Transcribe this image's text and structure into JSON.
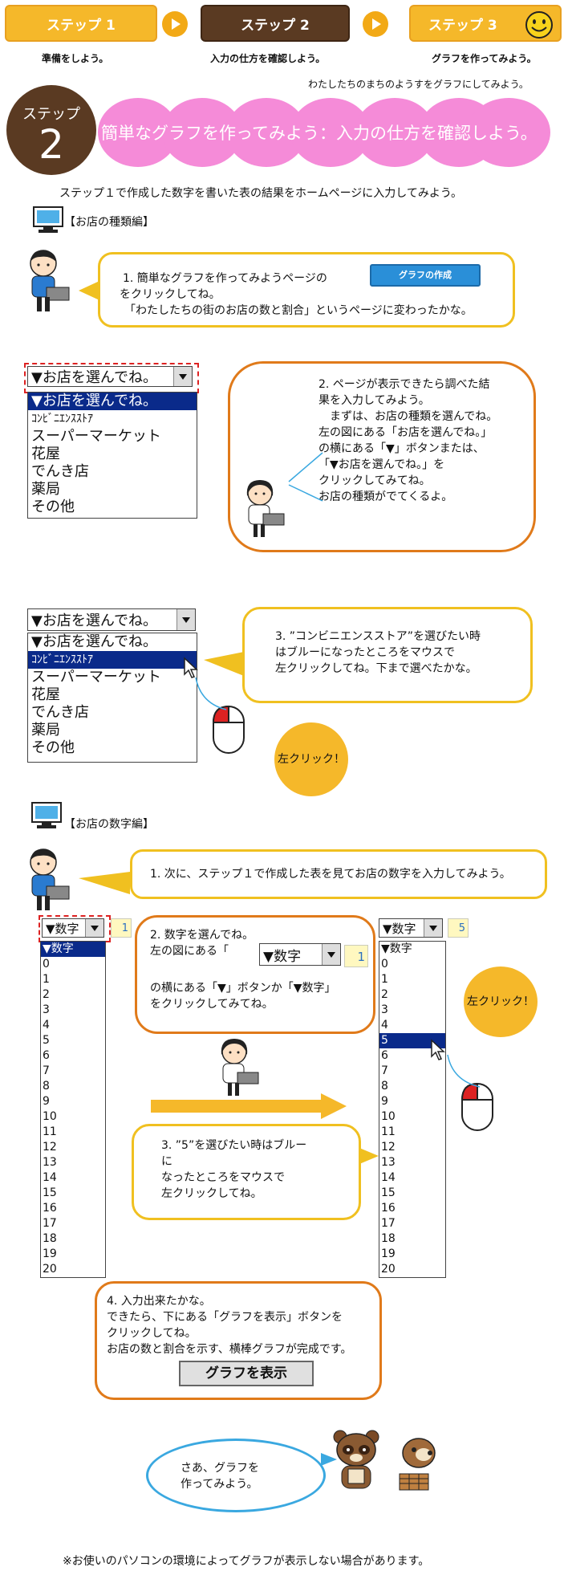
{
  "steps": [
    {
      "label": "ステップ 1",
      "caption": "準備をしよう。"
    },
    {
      "label": "ステップ 2",
      "caption": "入力の仕方を確認しよう。"
    },
    {
      "label": "ステップ 3",
      "caption": "グラフを作ってみよう。"
    }
  ],
  "subtitle": "わたしたちのまちのようすをグラフにしてみよう。",
  "hero": {
    "step_word": "ステップ",
    "step_num": "2",
    "title": "簡単なグラフを作ってみよう：入力の仕方を確認しよう。"
  },
  "intro": "ステップ１で作成した数字を書いた表の結果をホームページに入力してみよう。",
  "section1_title": "【お店の種類編】",
  "bubble1": {
    "line1": "1. 簡単なグラフを作ってみようページの",
    "line2": "をクリックしてね。",
    "line3": "「わたしたちの街のお店の数と割合」というページに変わったかな。",
    "button": "グラフの作成"
  },
  "shop_select": "▼お店を選んでね。",
  "shop_options": [
    "▼お店を選んでね。",
    "ｺﾝﾋﾞﾆｴﾝｽｽﾄｱ",
    "スーパーマーケット",
    "花屋",
    "でんき店",
    "薬局",
    "その他"
  ],
  "bubble2": [
    "2. ページが表示できたら調べた結",
    "果を入力してみよう。",
    "　まずは、お店の種類を選んでね。",
    "左の図にある「お店を選んでね。」",
    "の横にある「▼」ボタンまたは、",
    "「▼お店を選んでね。」を",
    "クリックしてみてね。",
    "お店の種類がでてくるよ。"
  ],
  "bubble3": [
    "3. ”コンビニエンスストア”を選びたい時",
    "はブルーになったところをマウスで",
    "左クリックしてね。下まで選べたかな。"
  ],
  "left_click": "左クリック！",
  "section2_title": "【お店の数字編】",
  "bubble4": "1. 次に、ステップ１で作成した表を見てお店の数字を入力してみよう。",
  "num_select": "▼数字",
  "num_box_left": "1",
  "num_box_right": "5",
  "num_options": [
    "▼数字",
    "0",
    "1",
    "2",
    "3",
    "4",
    "5",
    "6",
    "7",
    "8",
    "9",
    "10",
    "11",
    "12",
    "13",
    "14",
    "15",
    "16",
    "17",
    "18",
    "19",
    "20"
  ],
  "bubble5": {
    "line1": "2. 数字を選んでね。",
    "line2": "左の図にある「",
    "line3": "の横にある「▼」ボタンか「▼数字」",
    "line4": "をクリックしてみてね。"
  },
  "bubble6": [
    "3. ”5”を選びたい時はブルー",
    "に",
    "なったところをマウスで",
    "左クリックしてね。"
  ],
  "left_click2": "左クリック！",
  "bubble7": {
    "lines": [
      "4. 入力出来たかな。",
      "できたら、下にある「グラフを表示」ボタンを",
      "クリックしてね。",
      "お店の数と割合を示す、横棒グラフが完成です。"
    ],
    "button": "グラフを表示"
  },
  "bubble8": [
    "さあ、グラフを",
    "作ってみよう。"
  ],
  "footer": "※お使いのパソコンの環境によってグラフが表示しない場合があります。",
  "colors": {
    "step_active": "#5a3a22",
    "step_inactive": "#f5b82a",
    "pink": "#f58bd8",
    "bubble_border": "#f0c020",
    "bubble_orange": "#e07a1a",
    "bubble_blue": "#3aa8e0",
    "selected": "#0a2a8a"
  }
}
